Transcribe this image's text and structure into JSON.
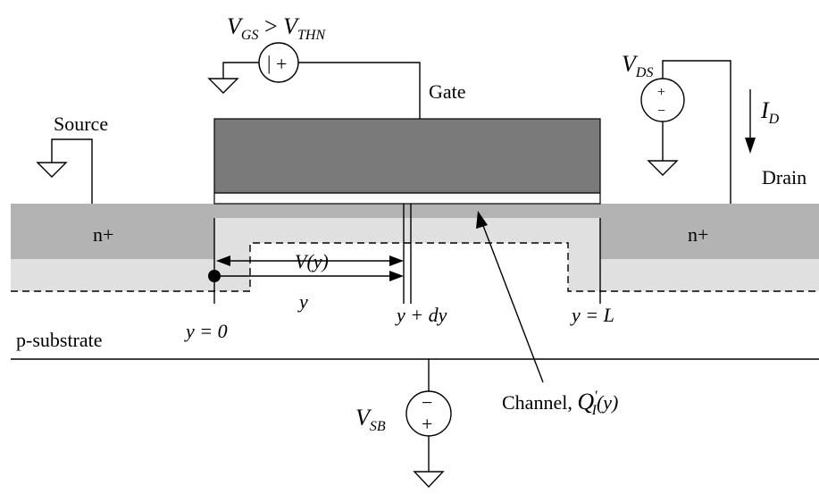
{
  "labels": {
    "vgs_main": "V",
    "vgs_sub": "GS",
    "vgs_gt": " > ",
    "vth_main": "V",
    "vth_sub": "THN",
    "gate": "Gate",
    "source": "Source",
    "drain": "Drain",
    "vds_main": "V",
    "vds_sub": "DS",
    "id_main": "I",
    "id_sub": "D",
    "n_left": "n+",
    "n_right": "n+",
    "vy": "V(y)",
    "y": "y",
    "y0": "y = 0",
    "ydy": "y + dy",
    "yl": "y = L",
    "psub": "p-substrate",
    "channel": "Channel, ",
    "q_main": "Q",
    "q_sub": "I",
    "q_prime": "′",
    "q_arg": "(y)",
    "vsb_main": "V",
    "vsb_sub": "SB",
    "plus": "+",
    "minus": "−",
    "bar": "|"
  },
  "colors": {
    "gate": "#7a7a7a",
    "n_plus": "#b3b3b3",
    "depletion": "#e0e0e0",
    "wire": "#000000"
  }
}
